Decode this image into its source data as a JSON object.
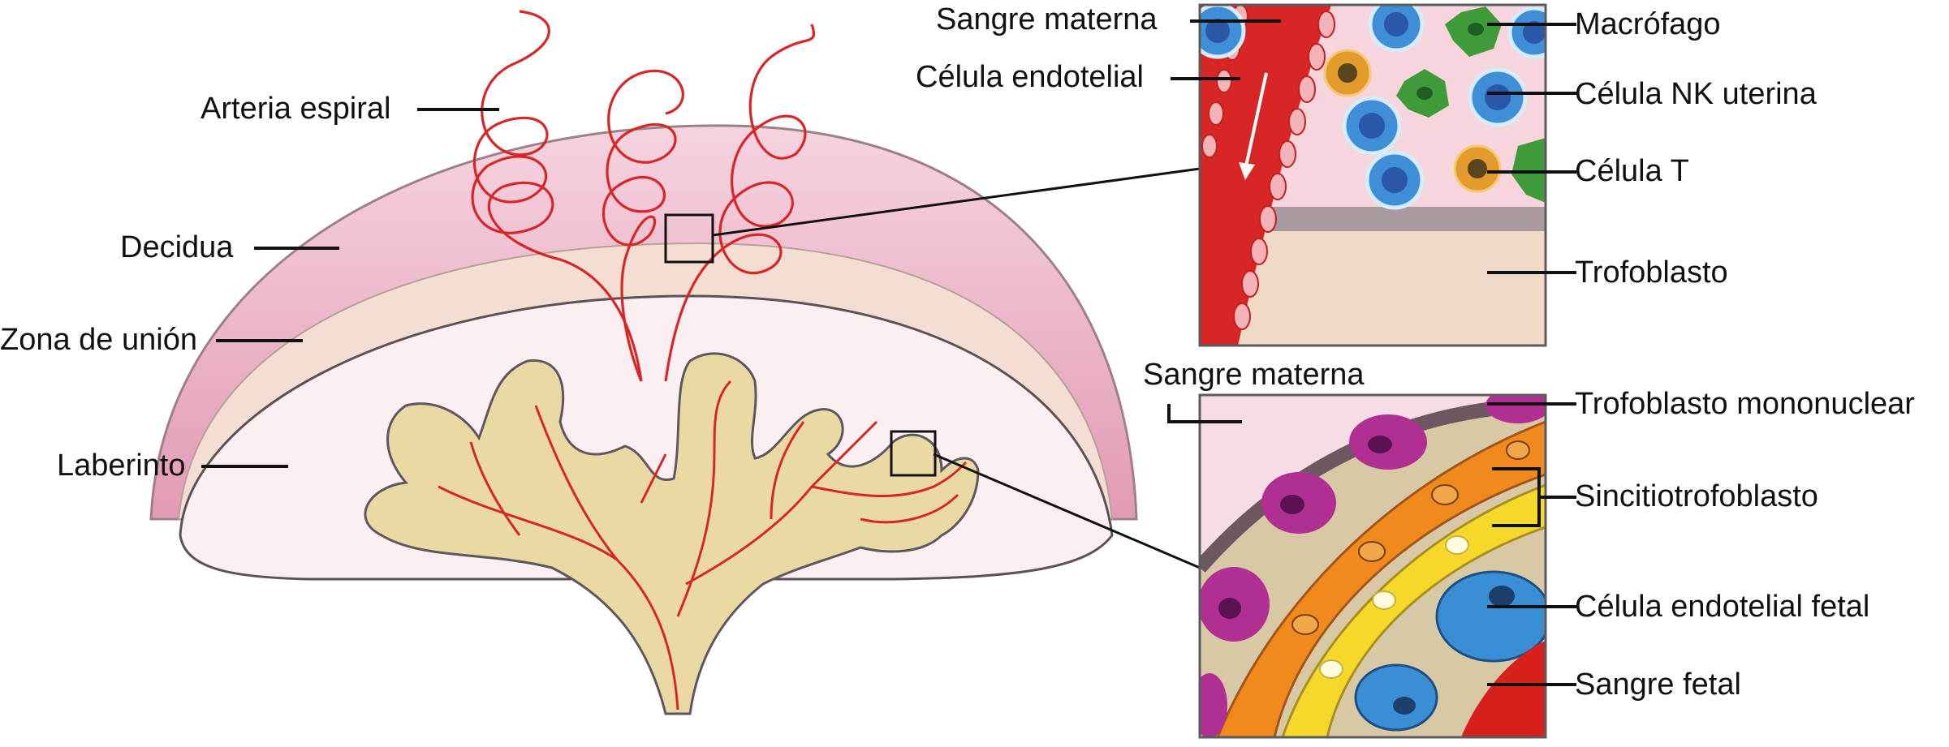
{
  "labels": {
    "arteria_espiral": "Arteria espiral",
    "decidua": "Decidua",
    "zona_union": "Zona de unión",
    "laberinto": "Laberinto",
    "sangre_materna_top": "Sangre materna",
    "celula_endotelial": "Célula endotelial",
    "macrofago": "Macrófago",
    "celula_nk": "Célula NK uterina",
    "celula_t": "Célula T",
    "trofoblasto": "Trofoblasto",
    "sangre_materna_bottom": "Sangre materna",
    "trofoblasto_mononuclear": "Trofoblasto mononuclear",
    "sincitiotrofoblasto": "Sincitiotrofoblasto",
    "celula_endotelial_fetal": "Célula endotelial fetal",
    "sangre_fetal": "Sangre fetal"
  },
  "colors": {
    "decidua": "#e6a3bd",
    "decidua_light": "#f5cddc",
    "junctional": "#f4ddd2",
    "labyrinth": "#fbeff2",
    "villi": "#ead9a3",
    "vessel": "#d82626",
    "nk_cell": "#3f8fd8",
    "macrophage": "#3f9b3a",
    "t_cell": "#e39c2c",
    "mononuclear": "#b12f93",
    "syncytio": "#f08a1c",
    "endothelial_fetal": "#3a8fd4",
    "fetal_blood": "#d8201a"
  }
}
